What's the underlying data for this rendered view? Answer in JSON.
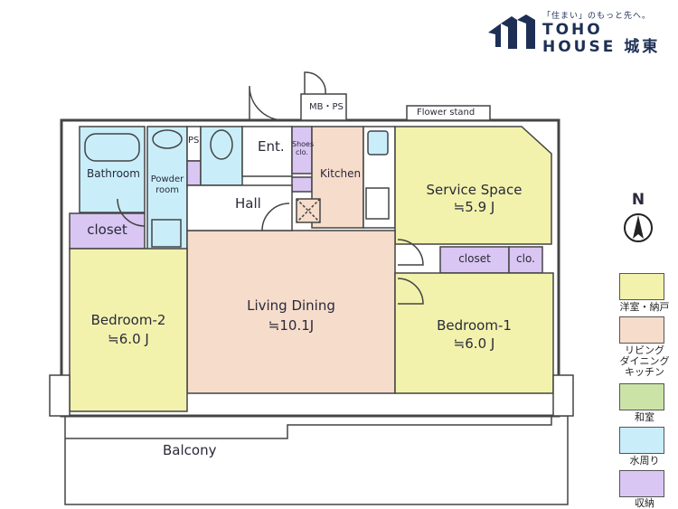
{
  "brand": {
    "tagline": "「住まい」のもっと先へ。",
    "line1": "TOHO",
    "line2": "HOUSE 城東"
  },
  "rooms": {
    "bathroom": "Bathroom",
    "powder": "Powder room",
    "ps": "PS",
    "entrance": "Ent.",
    "shoes": "Shoes clo.",
    "kitchen": "Kitchen",
    "hall": "Hall",
    "mbps": "MB・PS",
    "flower": "Flower stand",
    "service": "Service Space",
    "service_size": "≒5.9 J",
    "closet_left": "closet",
    "closet_right": "closet",
    "clo": "clo.",
    "living": "Living Dining",
    "living_size": "≒10.1J",
    "bed2": "Bedroom-2",
    "bed2_size": "≒6.0 J",
    "bed1": "Bedroom-1",
    "bed1_size": "≒6.0 J",
    "balcony": "Balcony"
  },
  "compass": "N",
  "legend": [
    {
      "label": "洋室・納戸",
      "color": "#f2f2ad"
    },
    {
      "label": "リビング ダイニング キッチン",
      "color": "#f6dccb"
    },
    {
      "label": "和室",
      "color": "#cce3a8"
    },
    {
      "label": "水周り",
      "color": "#c9eefa"
    },
    {
      "label": "収納",
      "color": "#d9c6f2"
    }
  ]
}
